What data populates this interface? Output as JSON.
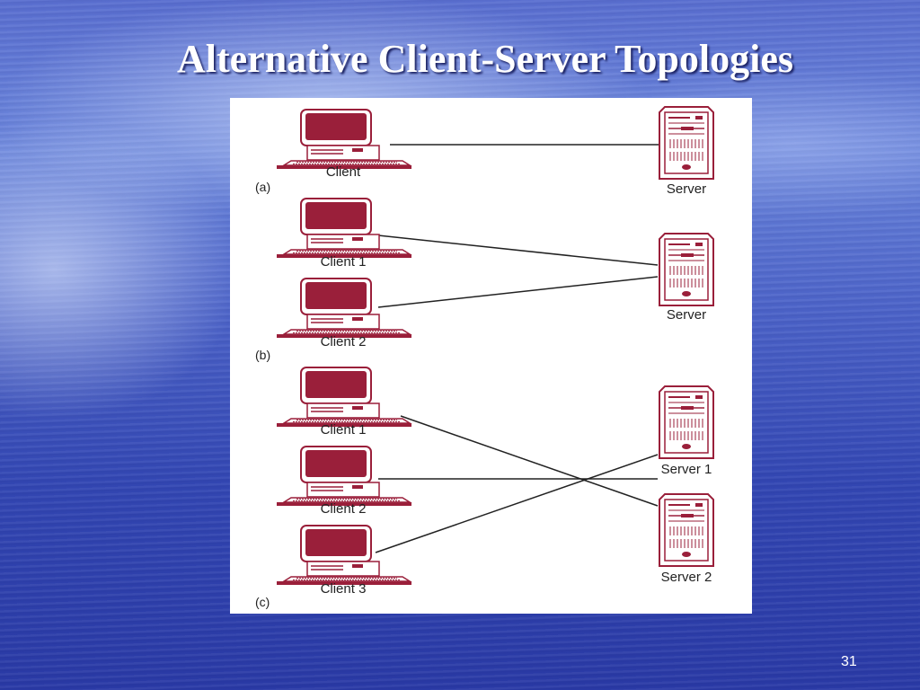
{
  "slide": {
    "title": "Alternative Client-Server Topologies",
    "page_number": "31"
  },
  "diagram": {
    "panels": [
      {
        "tag": "(a)",
        "clients": [
          "Client"
        ],
        "servers": [
          "Server"
        ],
        "links": [
          [
            "Client",
            "Server"
          ]
        ]
      },
      {
        "tag": "(b)",
        "clients": [
          "Client 1",
          "Client 2"
        ],
        "servers": [
          "Server"
        ],
        "links": [
          [
            "Client 1",
            "Server"
          ],
          [
            "Client 2",
            "Server"
          ]
        ]
      },
      {
        "tag": "(c)",
        "clients": [
          "Client 1",
          "Client 2",
          "Client 3"
        ],
        "servers": [
          "Server 1",
          "Server 2"
        ],
        "links": [
          [
            "Client 1",
            "Server 2"
          ],
          [
            "Client 2",
            "Server 1"
          ],
          [
            "Client 3",
            "Server 1"
          ]
        ]
      }
    ],
    "colors": {
      "device": "#9a1f3a",
      "line": "#000000"
    }
  }
}
